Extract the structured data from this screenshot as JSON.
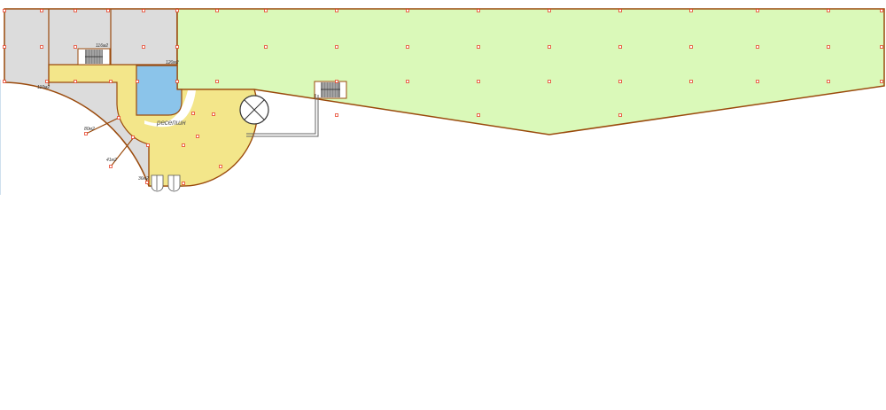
{
  "plan": {
    "rooms": [
      {
        "id": "room-116",
        "label": "116м2"
      },
      {
        "id": "room-120",
        "label": "120м2"
      },
      {
        "id": "room-110",
        "label": "110м2"
      },
      {
        "id": "room-80",
        "label": "80м2"
      },
      {
        "id": "room-41",
        "label": "41м2"
      },
      {
        "id": "room-36",
        "label": "36м2"
      }
    ],
    "reception_label": "ресепшн",
    "colors": {
      "wall": "#9a4a0c",
      "office": "#dcdcdc",
      "corridor": "#f3e68a",
      "reception": "#8bc4ea",
      "open_space": "#daf9b9",
      "column": "#e8432a"
    }
  }
}
